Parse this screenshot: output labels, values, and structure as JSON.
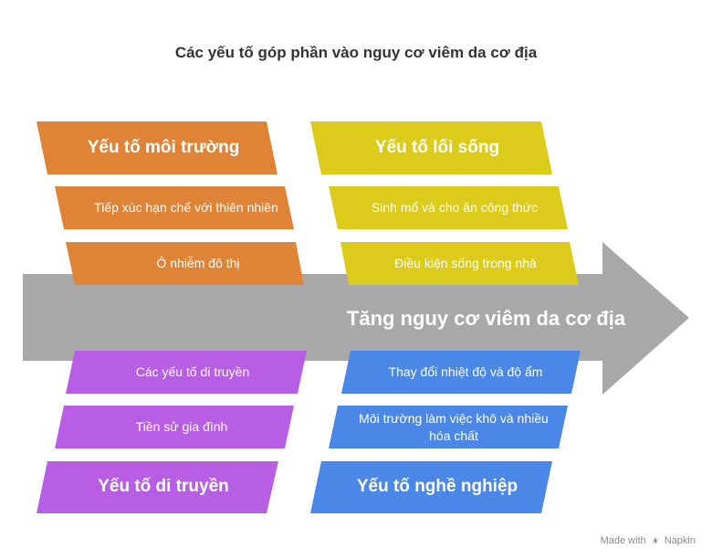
{
  "title": "Các yếu tố góp phần vào nguy cơ viêm da cơ địa",
  "outcome": "Tăng nguy cơ viêm da cơ địa",
  "colors": {
    "spine": "#a8a8a8",
    "orange": "#df8436",
    "yellow": "#dccb1b",
    "purple": "#b75ee4",
    "blue": "#4a87e6"
  },
  "categories": {
    "environment": {
      "name": "Yếu tố môi trường",
      "items": [
        "Tiếp xúc hạn chế với thiên nhiên",
        "Ô nhiễm đô thị"
      ]
    },
    "lifestyle": {
      "name": "Yếu tố lối sống",
      "items": [
        "Sinh mổ và cho ăn công thức",
        "Điều kiện sống trong nhà"
      ]
    },
    "genetic": {
      "name": "Yếu tố di truyền",
      "items": [
        "Các yếu tố di truyền",
        "Tiền sử gia đình"
      ]
    },
    "occupational": {
      "name": "Yếu tố nghề nghiệp",
      "items": [
        "Thay đổi nhiệt độ và độ ẩm",
        "Môi trường làm việc khô và nhiều hóa chất"
      ]
    }
  },
  "brand": {
    "made_with": "Made with",
    "name": "Napkin",
    "icon": "napkin-logo-icon"
  }
}
